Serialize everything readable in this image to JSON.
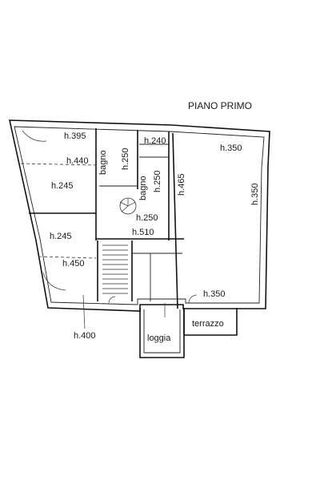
{
  "plan": {
    "title": "PIANO PRIMO",
    "labels": {
      "h395": "h.395",
      "h440": "h.440",
      "h245_top": "h.245",
      "bagno_left": "bagno",
      "h250_left": "h.250",
      "h240": "h.240",
      "bagno_mid": "bagno",
      "h250_mid": "h.250",
      "h465": "h.465",
      "h350_top": "h.350",
      "h350_right": "h.350",
      "h250_stair": "h.250",
      "h510": "h.510",
      "h245_bottom": "h.245",
      "h450": "h.450",
      "h350_bottom": "h.350",
      "h400": "h.400",
      "loggia": "loggia",
      "terrazzo": "terrazzo"
    }
  }
}
